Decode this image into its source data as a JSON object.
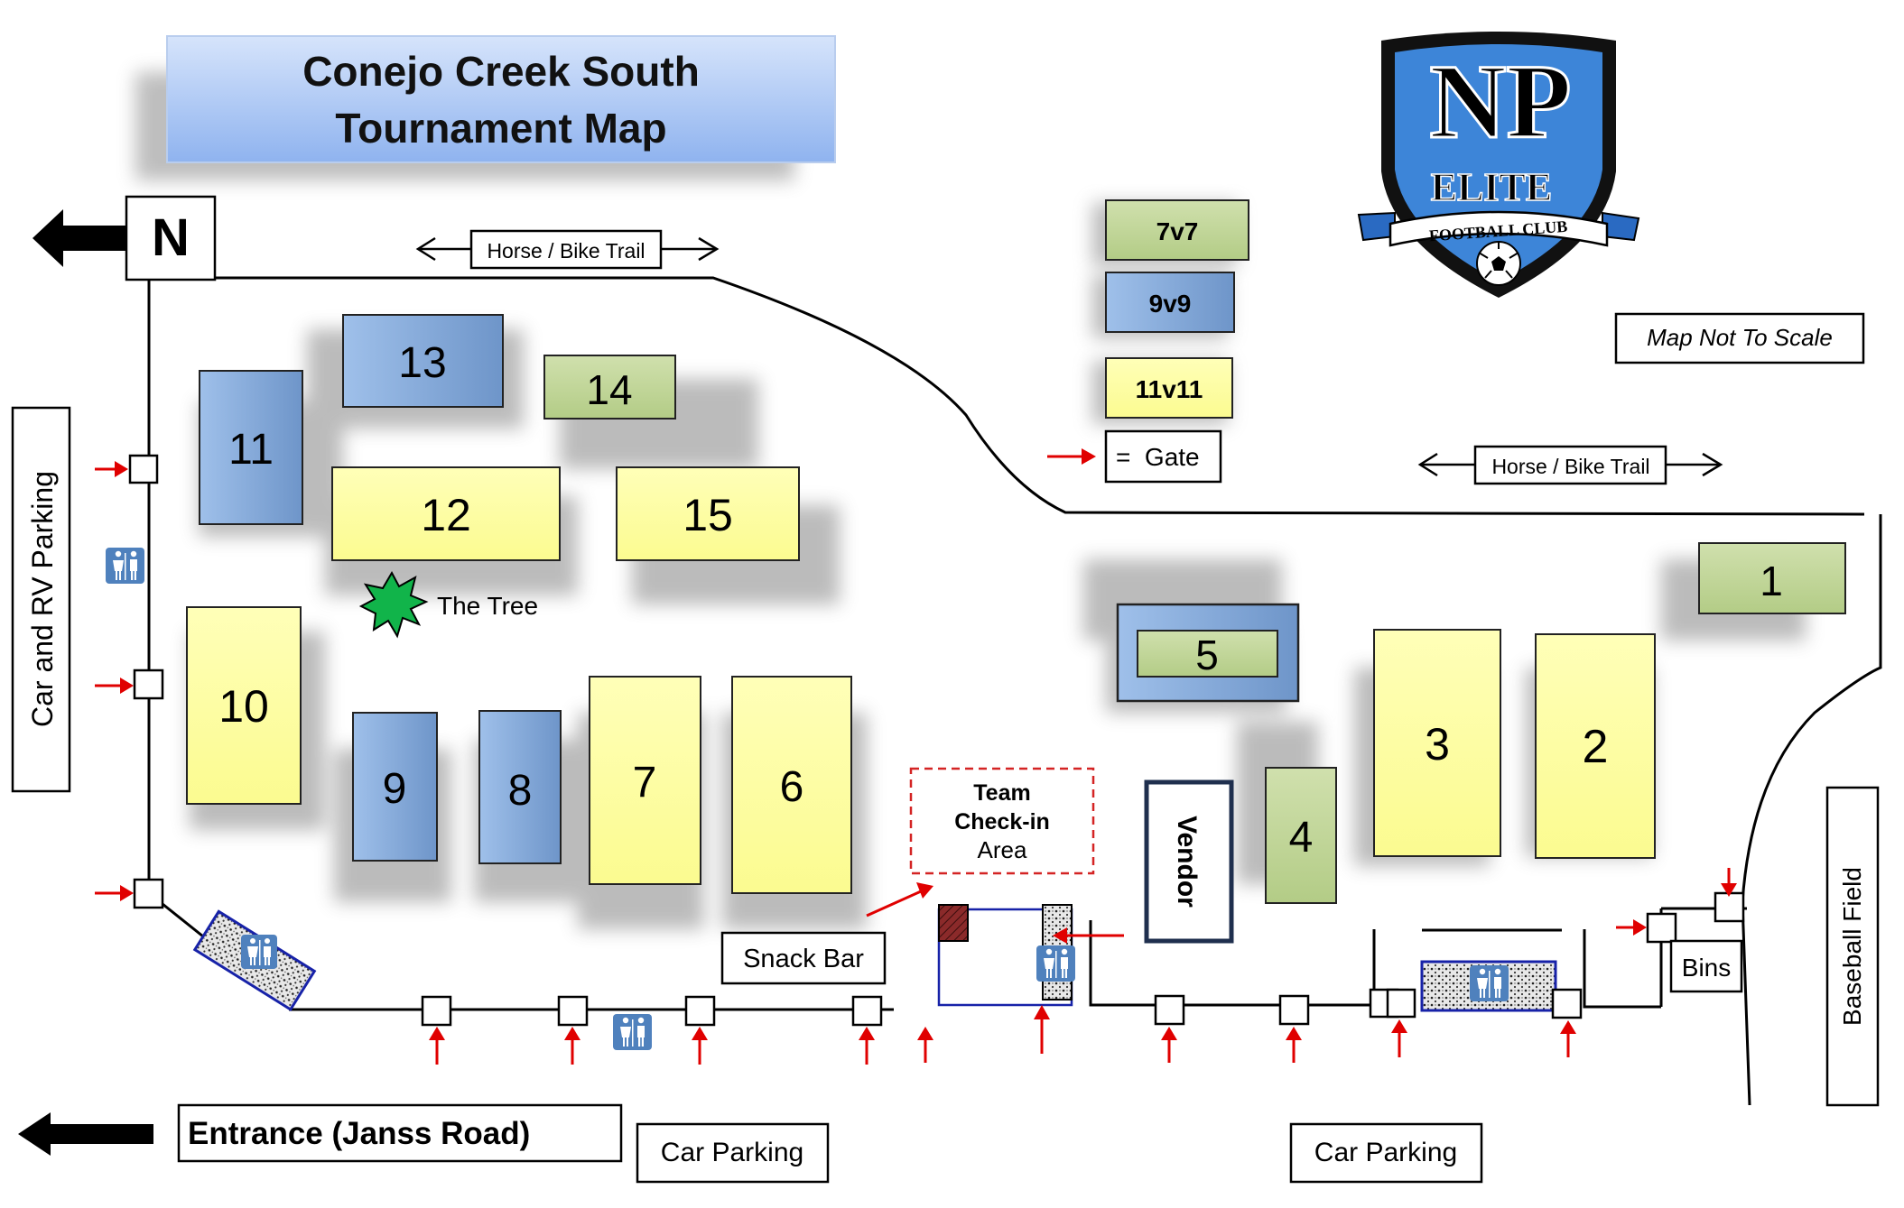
{
  "title": {
    "line1": "Conejo Creek South",
    "line2": "Tournament Map"
  },
  "north": "N",
  "map_note": "Map Not To Scale",
  "logo": {
    "letters": "NP",
    "name": "ELITE",
    "club": "FOOTBALL CLUB",
    "icon": "shield-crest-icon"
  },
  "legend": {
    "sevens": "7v7",
    "nines": "9v9",
    "elevens": "11v11",
    "gate": "=  Gate"
  },
  "trails": {
    "north": "Horse / Bike Trail",
    "east": "Horse / Bike Trail"
  },
  "fields": [
    {
      "id": "1",
      "label": "1",
      "format": "7v7"
    },
    {
      "id": "2",
      "label": "2",
      "format": "11v11"
    },
    {
      "id": "3",
      "label": "3",
      "format": "11v11"
    },
    {
      "id": "4",
      "label": "4",
      "format": "7v7"
    },
    {
      "id": "5",
      "label": "5",
      "format": "7v7 inside 9v9"
    },
    {
      "id": "6",
      "label": "6",
      "format": "11v11"
    },
    {
      "id": "7",
      "label": "7",
      "format": "11v11"
    },
    {
      "id": "8",
      "label": "8",
      "format": "9v9"
    },
    {
      "id": "9",
      "label": "9",
      "format": "9v9"
    },
    {
      "id": "10",
      "label": "10",
      "format": "11v11"
    },
    {
      "id": "11",
      "label": "11",
      "format": "9v9"
    },
    {
      "id": "12",
      "label": "12",
      "format": "11v11"
    },
    {
      "id": "13",
      "label": "13",
      "format": "9v9"
    },
    {
      "id": "14",
      "label": "14",
      "format": "7v7"
    },
    {
      "id": "15",
      "label": "15",
      "format": "11v11"
    }
  ],
  "places": {
    "tree": "The Tree",
    "car_rv": "Car and RV Parking",
    "checkin_1": "Team",
    "checkin_2": "Check-in",
    "checkin_3": "Area",
    "vendor": "Vendor",
    "snack_bar": "Snack Bar",
    "bins": "Bins",
    "baseball": "Baseball Field",
    "entrance": "Entrance (Janss Road)",
    "parking_left": "Car Parking",
    "parking_right": "Car Parking"
  },
  "colors": {
    "eleven": "#ffffa6",
    "nine": "#8eb4e3",
    "seven": "#c3d69b",
    "gate_arrow": "#e00000",
    "restroom": "#4f81bd",
    "logo_blue": "#3d85d8",
    "tree": "#11b44a"
  }
}
